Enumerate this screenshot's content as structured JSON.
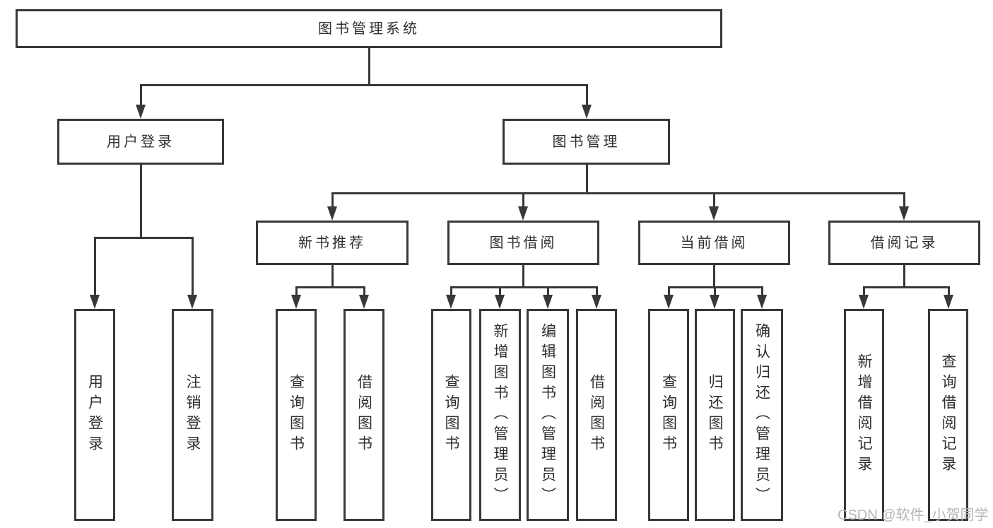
{
  "tree": {
    "root": {
      "label": "图书管理系统"
    },
    "level2": [
      {
        "label": "用户登录"
      },
      {
        "label": "图书管理"
      }
    ],
    "level3": [
      {
        "label": "新书推荐"
      },
      {
        "label": "图书借阅"
      },
      {
        "label": "当前借阅"
      },
      {
        "label": "借阅记录"
      }
    ],
    "leaves": {
      "login": [
        "用户登录",
        "注销登录"
      ],
      "recommend": [
        "查询图书",
        "借阅图书"
      ],
      "borrow": [
        "查询图书",
        "新增图书（管理员）",
        "编辑图书（管理员）",
        "借阅图书"
      ],
      "current": [
        "查询图书",
        "归还图书",
        "确认归还（管理员）"
      ],
      "records": [
        "新增借阅记录",
        "查询借阅记录"
      ]
    }
  },
  "watermark": {
    "text": "CSDN @软件_小贺同学"
  },
  "colors": {
    "line": "#383838",
    "box_border": "#383838",
    "box_fill": "#ffffff",
    "text": "#2f2f2f",
    "watermark": "#b5b5b5",
    "background": "#ffffff"
  }
}
